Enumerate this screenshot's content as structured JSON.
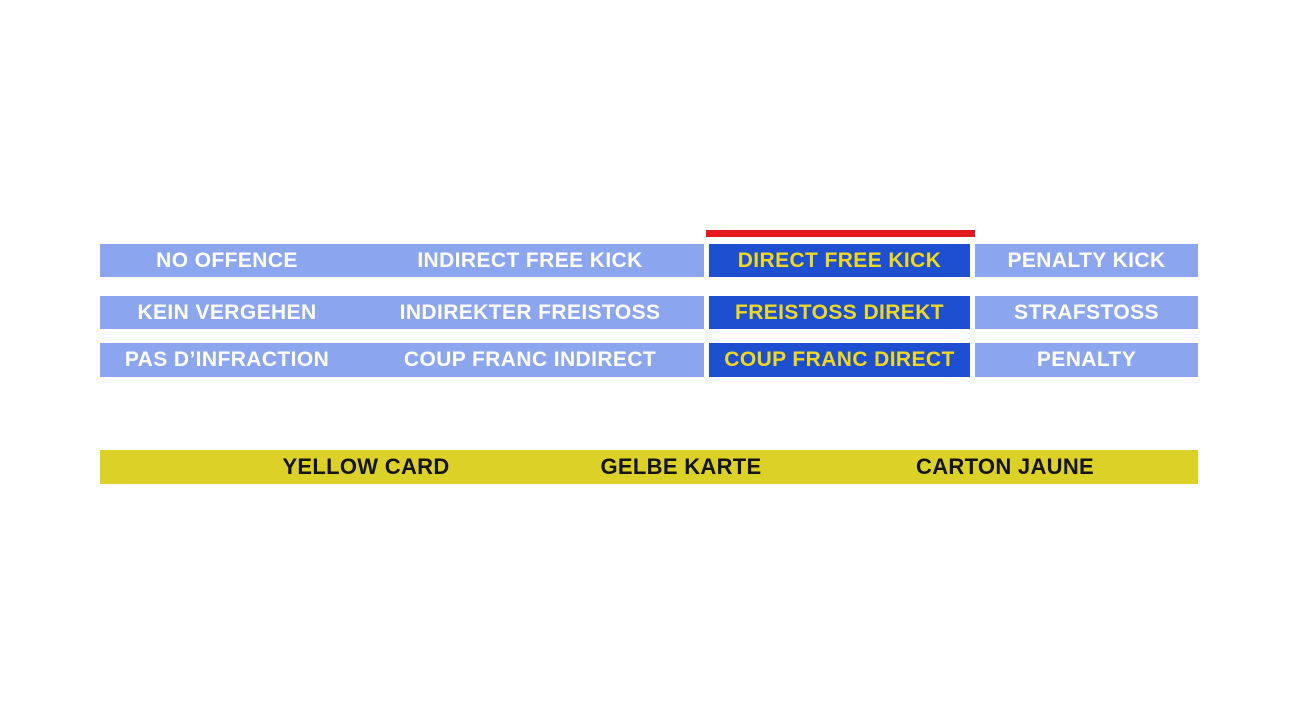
{
  "colors": {
    "light_blue": "#8BA6EF",
    "dark_blue": "#1D4FD0",
    "red": "#E51A1E",
    "yellow": "#DCD127",
    "yellow_text": "#EFD821",
    "black_text": "#141414"
  },
  "selection": {
    "highlighted_option": "DIRECT FREE KICK",
    "indicator": "red-bar-above-selected-column"
  },
  "options": {
    "rows": [
      {
        "language": "english",
        "cells": [
          "NO OFFENCE",
          "INDIRECT FREE KICK",
          "DIRECT FREE KICK",
          "PENALTY KICK"
        ]
      },
      {
        "language": "german",
        "cells": [
          "KEIN VERGEHEN",
          "INDIREKTER FREISTOSS",
          "FREISTOSS DIREKT",
          "STRAFSTOSS"
        ]
      },
      {
        "language": "french",
        "cells": [
          "PAS D’INFRACTION",
          "COUP FRANC INDIRECT",
          "COUP FRANC DIRECT",
          "PENALTY"
        ]
      }
    ]
  },
  "card_bar": {
    "labels": [
      "YELLOW CARD",
      "GELBE KARTE",
      "CARTON JAUNE"
    ]
  }
}
